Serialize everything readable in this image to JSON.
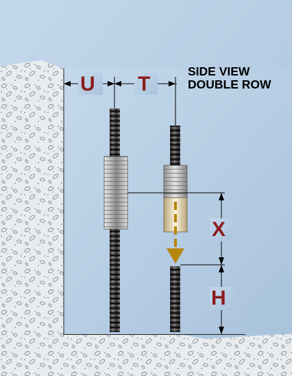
{
  "title": {
    "line1": "SIDE VIEW",
    "line2": "DOUBLE ROW"
  },
  "dimensions": {
    "u": "U",
    "t": "T",
    "x": "X",
    "h": "H"
  },
  "colors": {
    "sky": "#b6cfe6",
    "concrete": "#e9ecee",
    "dimension_letter": "#8b1c1c",
    "arrow": "#b8860b",
    "coupler_sleeve": "#efe2c4",
    "rebar": "#3a3a3a"
  }
}
